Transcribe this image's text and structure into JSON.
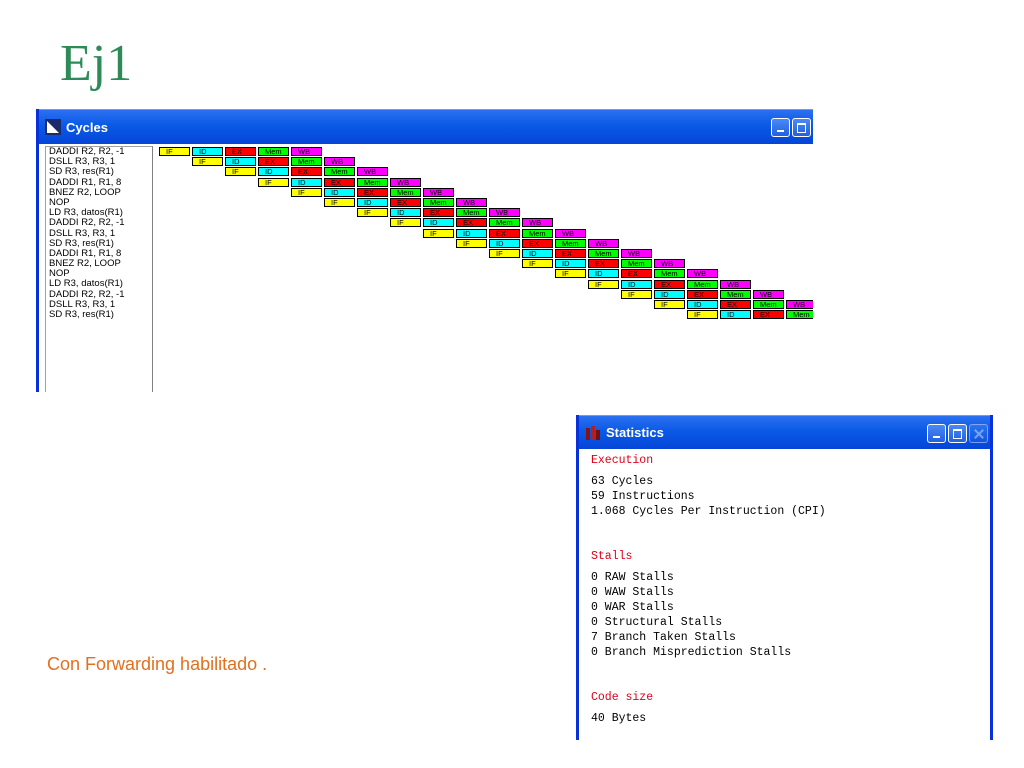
{
  "slide": {
    "title": "Ej1",
    "caption": "Con Forwarding habilitado ."
  },
  "cycles_window": {
    "title": "Cycles",
    "instructions": [
      "DADDI R2, R2, -1",
      "DSLL R3, R3, 1",
      "SD R3, res(R1)",
      "DADDI R1, R1, 8",
      "BNEZ R2, LOOP",
      "NOP",
      "LD R3, datos(R1)",
      "DADDI R2, R2, -1",
      "DSLL R3, R3, 1",
      "SD R3, res(R1)",
      "DADDI R1, R1, 8",
      "BNEZ R2, LOOP",
      "NOP",
      "LD R3, datos(R1)",
      "DADDI R2, R2, -1",
      "DSLL R3, R3, 1",
      "SD R3, res(R1)"
    ],
    "stages": [
      {
        "label": "IF",
        "color": "#ffff00"
      },
      {
        "label": "ID",
        "color": "#00ffff"
      },
      {
        "label": "EX",
        "color": "#ff0000"
      },
      {
        "label": "Mem",
        "color": "#00ff00"
      },
      {
        "label": "WB",
        "color": "#ff00ff"
      }
    ]
  },
  "statistics_window": {
    "title": "Statistics",
    "execution": {
      "heading": "Execution",
      "lines": [
        "63 Cycles",
        "59 Instructions",
        "1.068 Cycles Per Instruction (CPI)"
      ]
    },
    "stalls": {
      "heading": "Stalls",
      "lines": [
        "0 RAW Stalls",
        "0 WAW Stalls",
        "0 WAR Stalls",
        "0 Structural Stalls",
        "7 Branch Taken Stalls",
        "0 Branch Misprediction Stalls"
      ]
    },
    "code_size": {
      "heading": "Code size",
      "lines": [
        "40 Bytes"
      ]
    }
  }
}
